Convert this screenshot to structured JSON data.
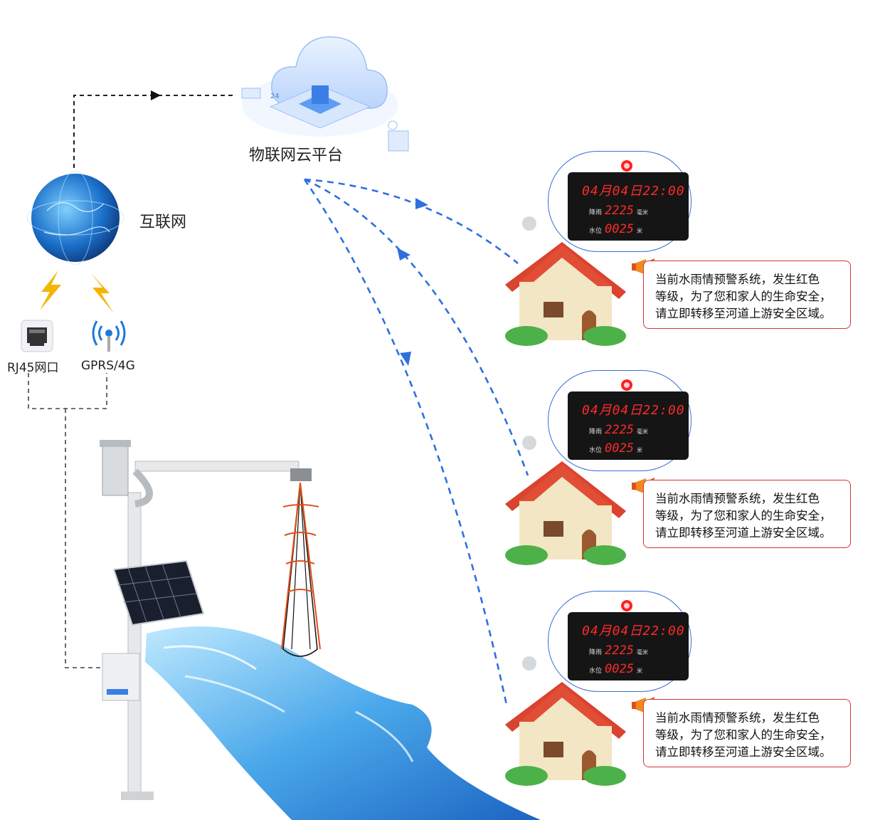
{
  "labels": {
    "cloud": "物联网云平台",
    "internet": "互联网",
    "rj45": "RJ45网口",
    "gprs": "GPRS/4G"
  },
  "display": {
    "date_text": "04月04日22:00",
    "rain_label": "降雨",
    "rain_value": "2225",
    "rain_unit": "毫米",
    "level_label": "水位",
    "level_value": "0025",
    "level_unit": "米"
  },
  "alert": {
    "line1": "当前水雨情预警系统，发生红色",
    "line2": "等级，为了您和家人的生命安全，",
    "line3": "请立即转移至河道上游安全区域。"
  },
  "colors": {
    "dashed_blue": "#2f6fe0",
    "dashed_black": "#222222",
    "alert_border": "#d9333a",
    "led_red": "#ff2a2a",
    "river": "#3aa0e0"
  }
}
